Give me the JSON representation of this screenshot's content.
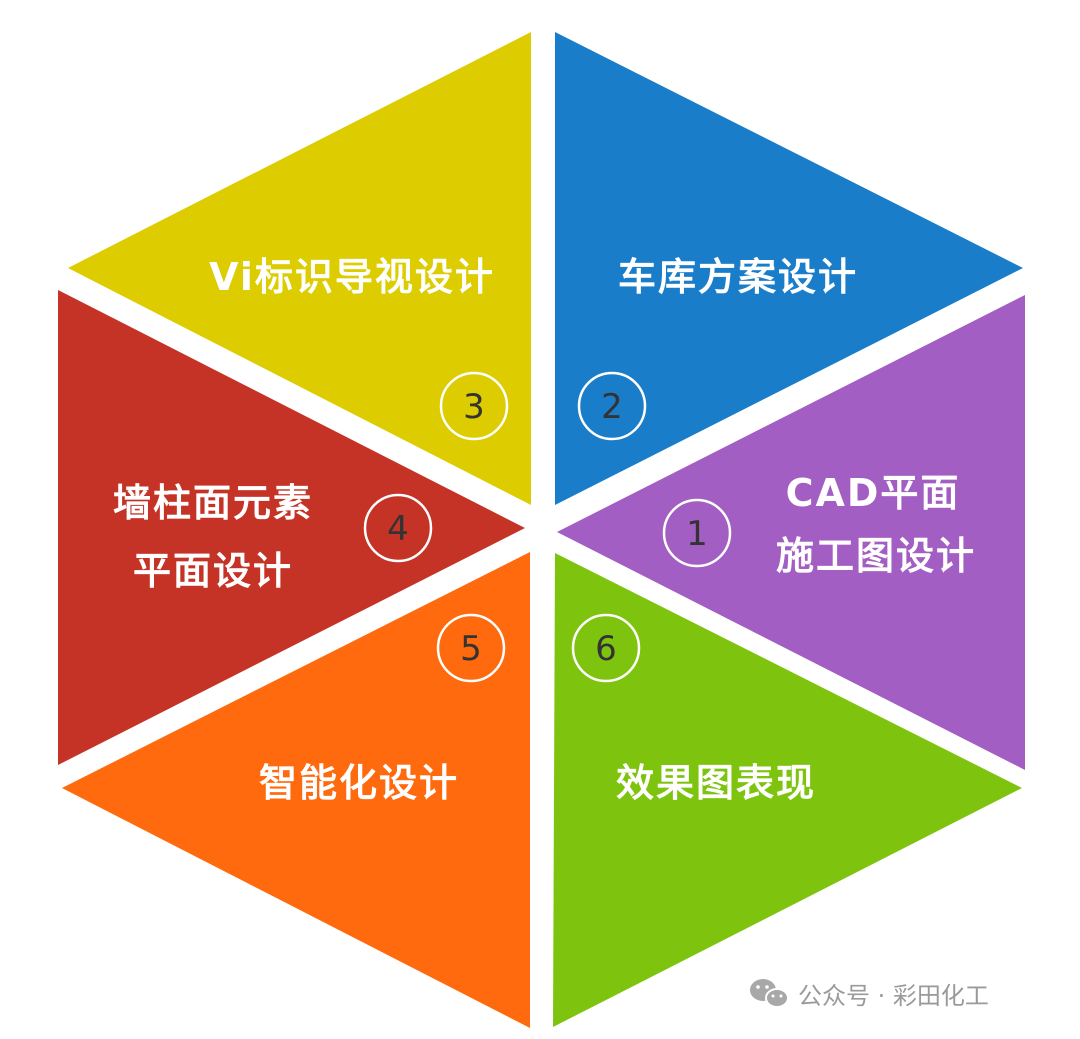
{
  "segments": [
    {
      "id": "s1",
      "number": "1",
      "lines": [
        "CAD平面",
        "施工图设计"
      ],
      "color": "#A25EC2"
    },
    {
      "id": "s2",
      "number": "2",
      "lines": [
        "车库方案设计"
      ],
      "color": "#1A7DC9"
    },
    {
      "id": "s3",
      "number": "3",
      "lines": [
        "Vi标识导视设计"
      ],
      "color": "#DCCC00"
    },
    {
      "id": "s4",
      "number": "4",
      "lines": [
        "墙柱面元素",
        "平面设计"
      ],
      "color": "#C53327"
    },
    {
      "id": "s5",
      "number": "5",
      "lines": [
        "智能化设计"
      ],
      "color": "#FF6A0E"
    },
    {
      "id": "s6",
      "number": "6",
      "lines": [
        "效果图表现"
      ],
      "color": "#7EC40E"
    }
  ],
  "watermark": {
    "text": "公众号 · 彩田化工",
    "icon": "wechat-icon"
  }
}
